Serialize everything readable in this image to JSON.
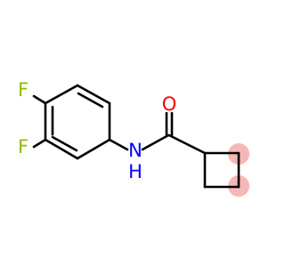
{
  "atoms": {
    "fluorine_top": "F",
    "fluorine_bottom": "F",
    "oxygen": "O",
    "amide_n": "N",
    "amide_h": "H"
  },
  "colors": {
    "bond": "#000000",
    "fluorine": "#8fbc00",
    "oxygen": "#ff0000",
    "nitrogen": "#0000ff",
    "ring_highlight": "#f4aaaa"
  }
}
